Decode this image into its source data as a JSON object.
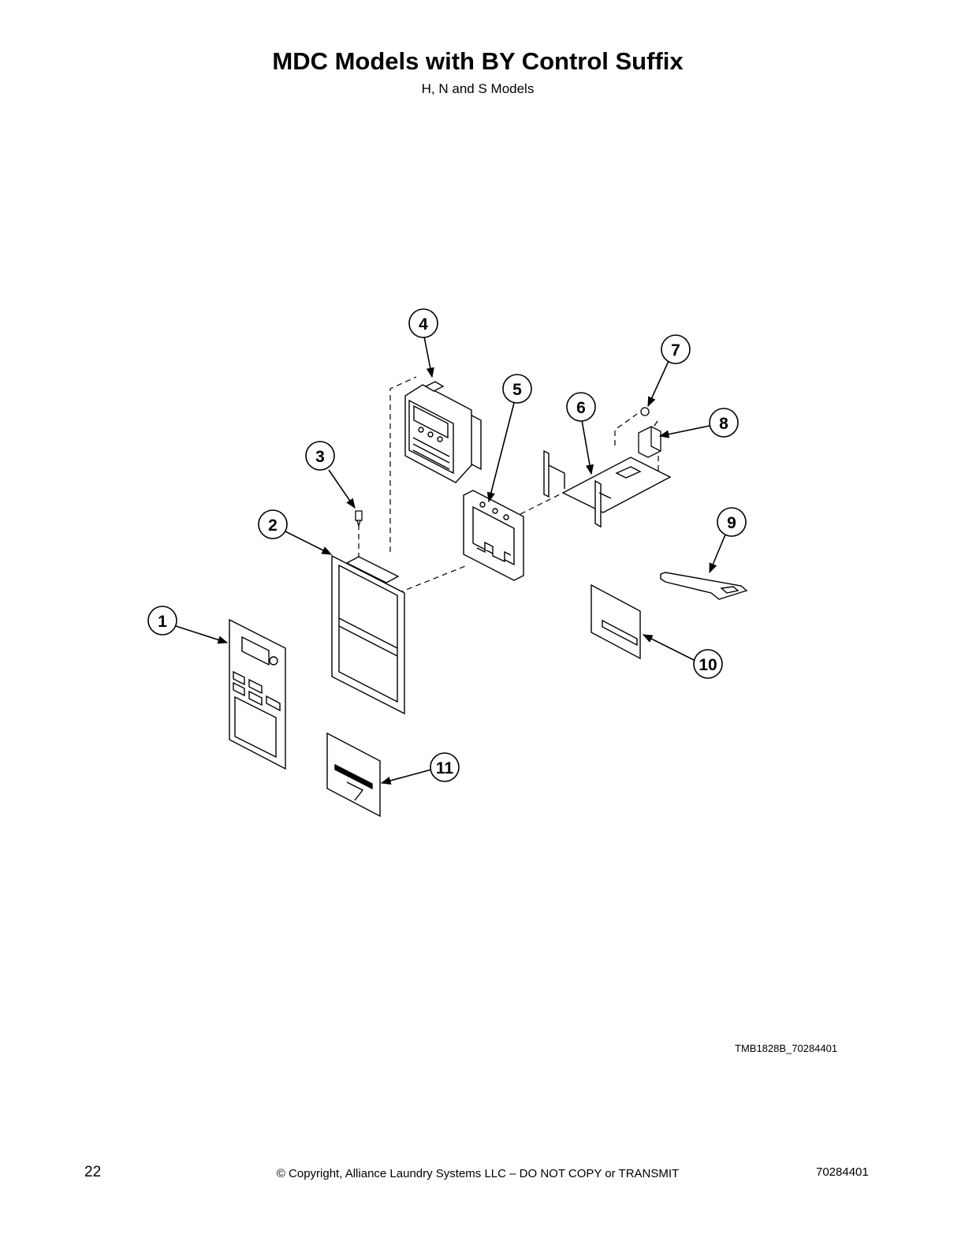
{
  "header": {
    "title": "MDC Models with BY Control Suffix",
    "subtitle": "H, N and S Models"
  },
  "diagram": {
    "callouts": [
      "1",
      "2",
      "3",
      "4",
      "5",
      "6",
      "7",
      "8",
      "9",
      "10",
      "11"
    ],
    "figure_code": "TMB1828B_70284401"
  },
  "footer": {
    "page_number": "22",
    "copyright": "© Copyright, Alliance Laundry Systems LLC – DO NOT COPY or TRANSMIT",
    "doc_number": "70284401"
  }
}
